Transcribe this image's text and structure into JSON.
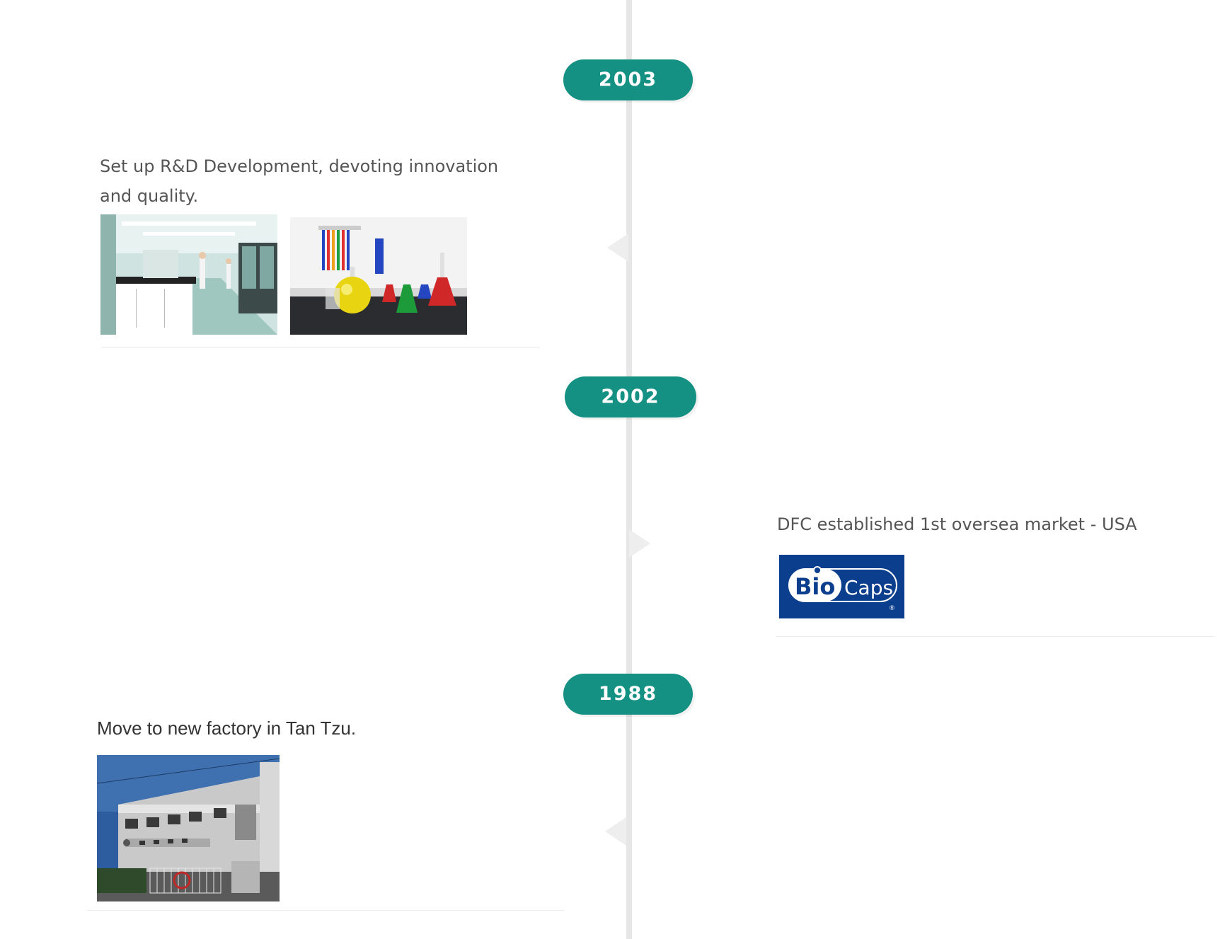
{
  "colors": {
    "accent": "#149183",
    "spine": "#e6e6e6",
    "text": "#555555",
    "logo_bg": "#0c3e8e"
  },
  "timeline": [
    {
      "year": "2003",
      "side": "left",
      "text": "Set up R&D Development, devoting innovation and quality.",
      "images": [
        "laboratory-photo",
        "lab-flasks-photo"
      ]
    },
    {
      "year": "2002",
      "side": "right",
      "text": "DFC established 1st oversea market - USA",
      "images": [
        "biocaps-logo"
      ],
      "logo": {
        "main": "Bio",
        "sub": "Caps",
        "mark": "®"
      }
    },
    {
      "year": "1988",
      "side": "left",
      "text": "Move to new factory in Tan Tzu.",
      "images": [
        "factory-building-photo"
      ]
    }
  ]
}
